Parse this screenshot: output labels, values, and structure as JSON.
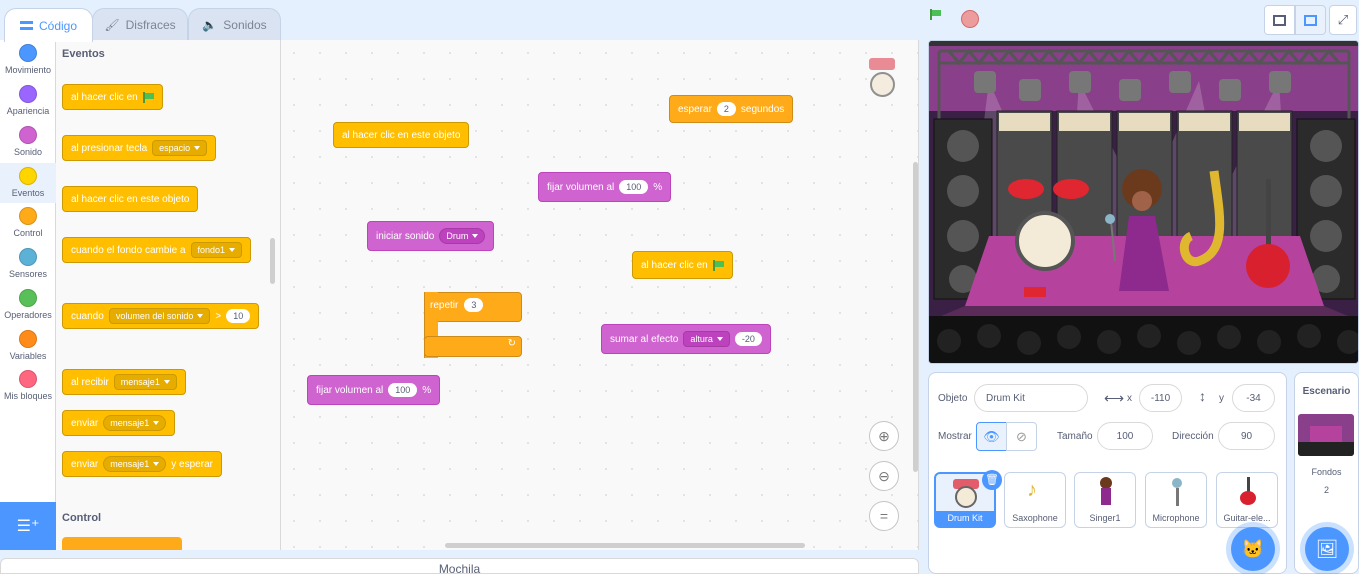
{
  "tabs": {
    "code": "Código",
    "costumes": "Disfraces",
    "sounds": "Sonidos"
  },
  "categories": [
    "Movimiento",
    "Apariencia",
    "Sonido",
    "Eventos",
    "Control",
    "Sensores",
    "Operadores",
    "Variables",
    "Mis bloques"
  ],
  "category_colors": [
    "#4c97ff",
    "#9966ff",
    "#cf63cf",
    "#ffd500",
    "#ffab19",
    "#5cb1d6",
    "#59c059",
    "#ff8c1a",
    "#ff6680"
  ],
  "palette": {
    "heading_events": "Eventos",
    "heading_control": "Control",
    "b_flag": "al hacer clic en",
    "b_key": "al presionar tecla",
    "b_key_opt": "espacio",
    "b_sprite_click": "al hacer clic en este objeto",
    "b_backdrop": "cuando el fondo cambie a",
    "b_backdrop_opt": "fondo1",
    "b_when": "cuando",
    "b_when_opt": "volumen del sonido",
    "b_when_gt": ">",
    "b_when_val": "10",
    "b_receive": "al recibir",
    "b_receive_opt": "mensaje1",
    "b_send": "enviar",
    "b_send_opt": "mensaje1",
    "b_send_wait": "enviar",
    "b_send_wait_opt": "mensaje1",
    "b_send_wait_suffix": "y esperar"
  },
  "workspace": {
    "w_sprite_click": "al hacer clic en este objeto",
    "w_wait": "esperar",
    "w_wait_val": "2",
    "w_wait_unit": "segundos",
    "w_vol1": "fijar volumen al",
    "w_vol1_val": "100",
    "w_vol1_pct": "%",
    "w_sound": "iniciar sonido",
    "w_sound_opt": "Drum",
    "w_flag": "al hacer clic en",
    "w_repeat": "repetir",
    "w_repeat_val": "3",
    "w_effect": "sumar al efecto",
    "w_effect_opt": "altura",
    "w_effect_val": "-20",
    "w_vol2": "fijar volumen al",
    "w_vol2_val": "100",
    "w_vol2_pct": "%"
  },
  "backpack": "Mochila",
  "sprite_info": {
    "object_label": "Objeto",
    "object_name": "Drum Kit",
    "x_label": "x",
    "x_val": "-110",
    "y_label": "y",
    "y_val": "-34",
    "show_label": "Mostrar",
    "size_label": "Tamaño",
    "size_val": "100",
    "dir_label": "Dirección",
    "dir_val": "90"
  },
  "sprites": [
    "Drum Kit",
    "Saxophone",
    "Singer1",
    "Microphone",
    "Guitar-ele..."
  ],
  "stage_panel": {
    "title": "Escenario",
    "backdrops_label": "Fondos",
    "backdrops_count": "2"
  },
  "colors": {
    "accent": "#4c97ff",
    "events": "#ffbf00",
    "sound": "#cf63cf",
    "control": "#ffab19"
  }
}
